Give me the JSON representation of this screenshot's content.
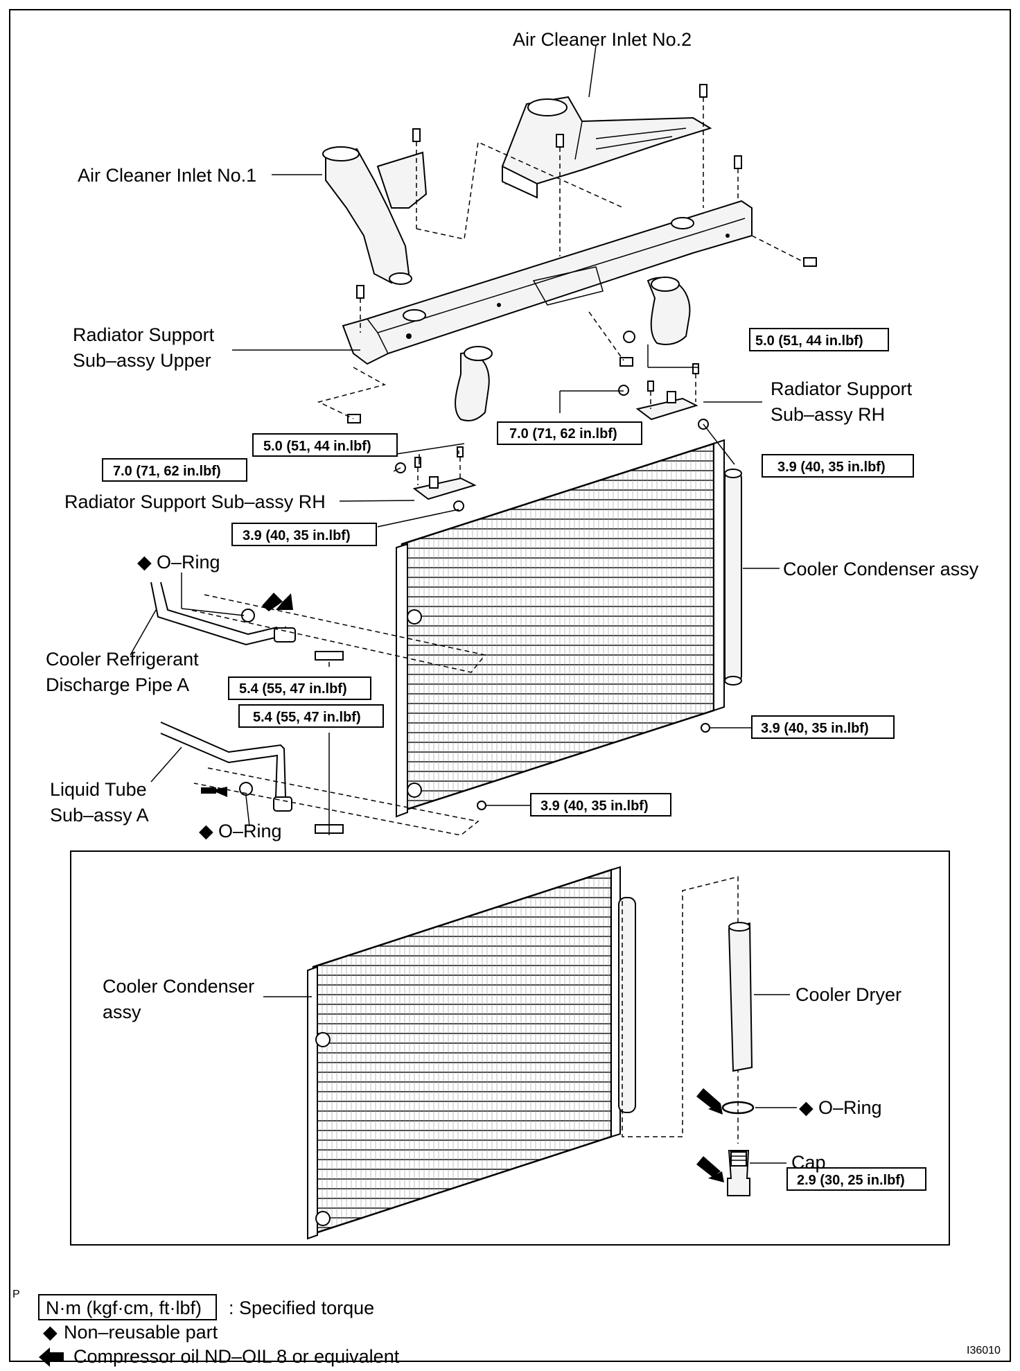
{
  "labels": {
    "air_cleaner_inlet_2": "Air Cleaner Inlet No.2",
    "air_cleaner_inlet_1": "Air Cleaner Inlet No.1",
    "radiator_support_upper_1": "Radiator Support",
    "radiator_support_upper_2": "Sub–assy Upper",
    "radiator_support_rh_right_1": "Radiator Support",
    "radiator_support_rh_right_2": "Sub–assy RH",
    "radiator_support_rh_left": "Radiator Support Sub–assy RH",
    "o_ring_top": "O–Ring",
    "cooler_condenser_top": "Cooler Condenser assy",
    "discharge_pipe_1": "Cooler Refrigerant",
    "discharge_pipe_2": "Discharge Pipe A",
    "liquid_tube_1": "Liquid Tube",
    "liquid_tube_2": "Sub–assy A",
    "o_ring_bottom": "O–Ring",
    "cooler_condenser_inset_1": "Cooler Condenser",
    "cooler_condenser_inset_2": "assy",
    "cooler_dryer": "Cooler Dryer",
    "o_ring_inset": "O–Ring",
    "cap": "Cap"
  },
  "torques": {
    "t_5_0_right": "5.0 (51, 44 in.lbf)",
    "t_7_0_right": "7.0 (71, 62 in.lbf)",
    "t_3_9_right": "3.9 (40, 35 in.lbf)",
    "t_5_0_left": "5.0 (51, 44 in.lbf)",
    "t_7_0_left": "7.0 (71, 62 in.lbf)",
    "t_3_9_left": "3.9 (40, 35 in.lbf)",
    "t_5_4_upper": "5.4 (55, 47 in.lbf)",
    "t_5_4_lower": "5.4 (55, 47 in.lbf)",
    "t_3_9_side": "3.9 (40, 35 in.lbf)",
    "t_3_9_bottom": "3.9 (40, 35 in.lbf)",
    "t_2_9_cap": "2.9 (30, 25 in.lbf)"
  },
  "legend": {
    "page_marker": "P",
    "unit_box": "N·m (kgf·cm, ft·lbf)",
    "unit_desc": ": Specified torque",
    "nonreusable": "Non–reusable part",
    "oil": "Compressor oil ND–OIL 8 or equivalent"
  },
  "figure_id": "I36010"
}
